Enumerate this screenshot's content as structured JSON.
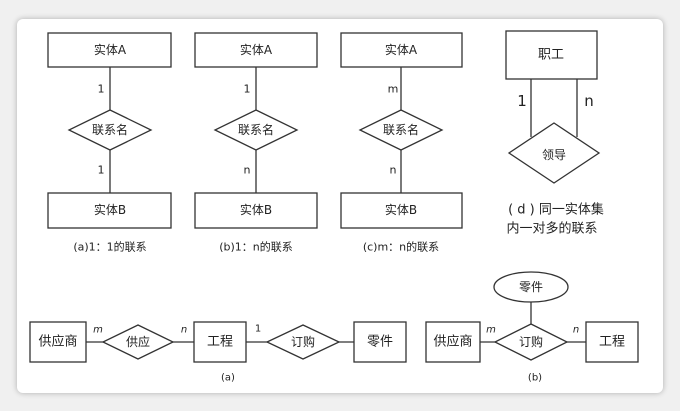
{
  "top": {
    "a": {
      "entity1": "实体A",
      "entity2": "实体B",
      "relation": "联系名",
      "card1": "1",
      "card2": "1",
      "caption": "(a)1：1的联系"
    },
    "b": {
      "entity1": "实体A",
      "entity2": "实体B",
      "relation": "联系名",
      "card1": "1",
      "card2": "n",
      "caption": "(b)1：n的联系"
    },
    "c": {
      "entity1": "实体A",
      "entity2": "实体B",
      "relation": "联系名",
      "card1": "m",
      "card2": "n",
      "caption": "(c)m：n的联系"
    },
    "d": {
      "entity": "职工",
      "relation": "领导",
      "card1": "1",
      "card2": "n",
      "caption_line1": "( d ) 同一实体集",
      "caption_line2": "内一对多的联系"
    }
  },
  "bottom": {
    "a": {
      "supplier": "供应商",
      "supply": "供应",
      "project": "工程",
      "order": "订购",
      "part": "零件",
      "card_m": "m",
      "card_n": "n",
      "card_1": "1",
      "caption": "(a)"
    },
    "b": {
      "part": "零件",
      "supplier": "供应商",
      "order": "订购",
      "project": "工程",
      "card_m": "m",
      "card_n": "n",
      "caption": "(b)"
    }
  }
}
